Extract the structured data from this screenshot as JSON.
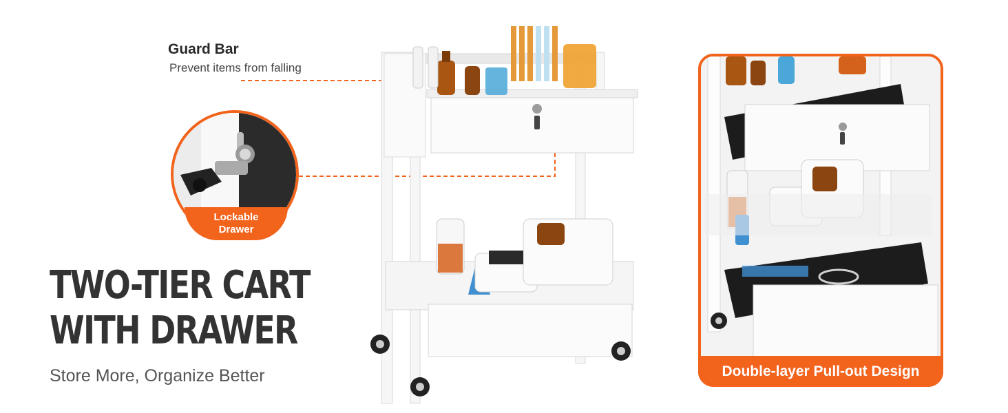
{
  "callouts": {
    "guard_bar": {
      "title": "Guard Bar",
      "subtitle": "Prevent items from falling"
    },
    "lock": {
      "label": "Lockable Drawer"
    }
  },
  "headline": {
    "line1": "TWO-TIER CART",
    "line2": "WITH DRAWER"
  },
  "tagline": "Store More, Organize Better",
  "panel": {
    "badge": "Double-layer Pull-out Design"
  },
  "colors": {
    "accent": "#f2631c",
    "text_dark": "#333333",
    "cart_white": "#f7f7f7",
    "drawer_black": "#1c1c1c"
  },
  "icons": [
    "lock-icon",
    "key-icon",
    "caster-wheel-icon",
    "beaker-icon",
    "bottle-icon"
  ]
}
